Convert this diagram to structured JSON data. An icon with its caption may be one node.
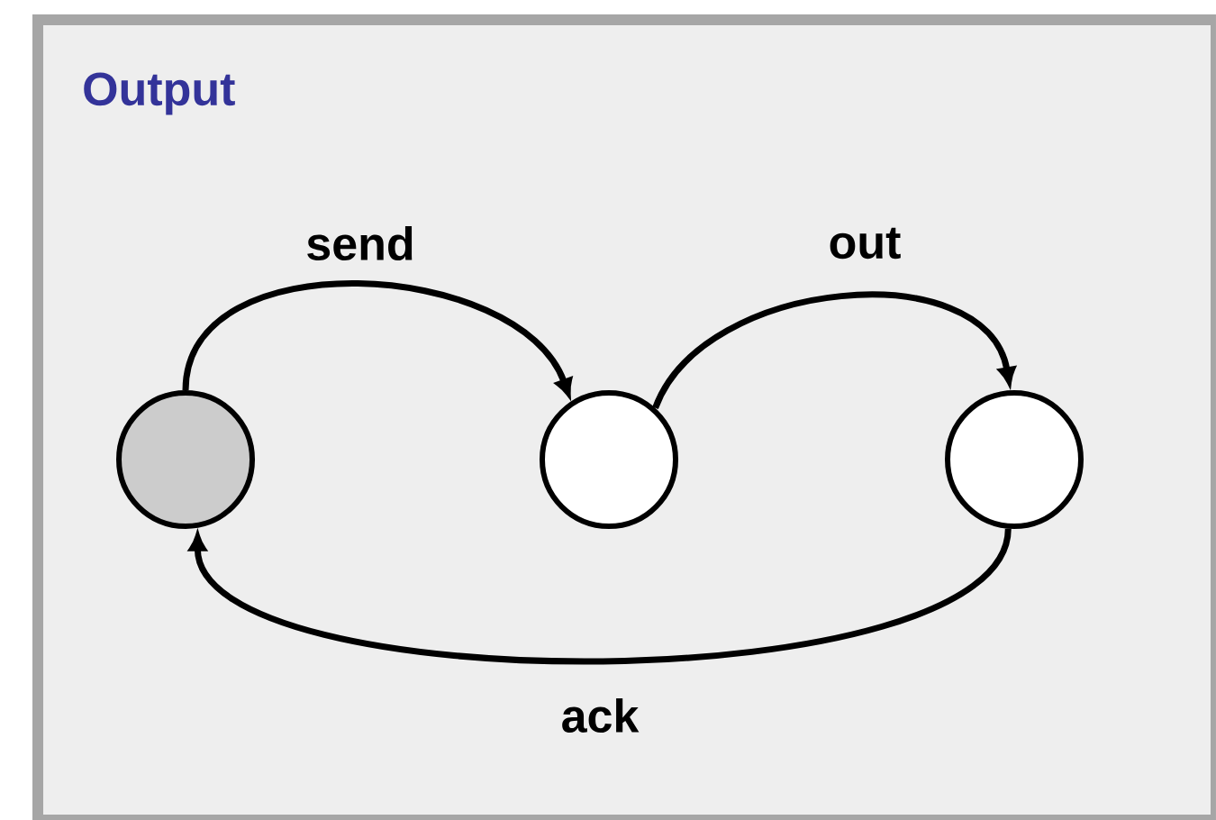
{
  "diagram": {
    "nodes": [
      {
        "text": [
          "Output"
        ]
      },
      {
        "text": [],
        "shape": "circle",
        "in": 0
      },
      {
        "text": [],
        "shape": "circle",
        "in": 0
      },
      {
        "text": [],
        "shape": "circle",
        "in": 0
      }
    ],
    "edges": [
      {
        "from": 1,
        "to": 2,
        "arrow": "to",
        "label": "send"
      },
      {
        "from": 2,
        "to": 3,
        "arrow": "to",
        "label": "out"
      },
      {
        "from": 3,
        "to": 1,
        "arrow": "to",
        "label": "ack"
      }
    ]
  }
}
